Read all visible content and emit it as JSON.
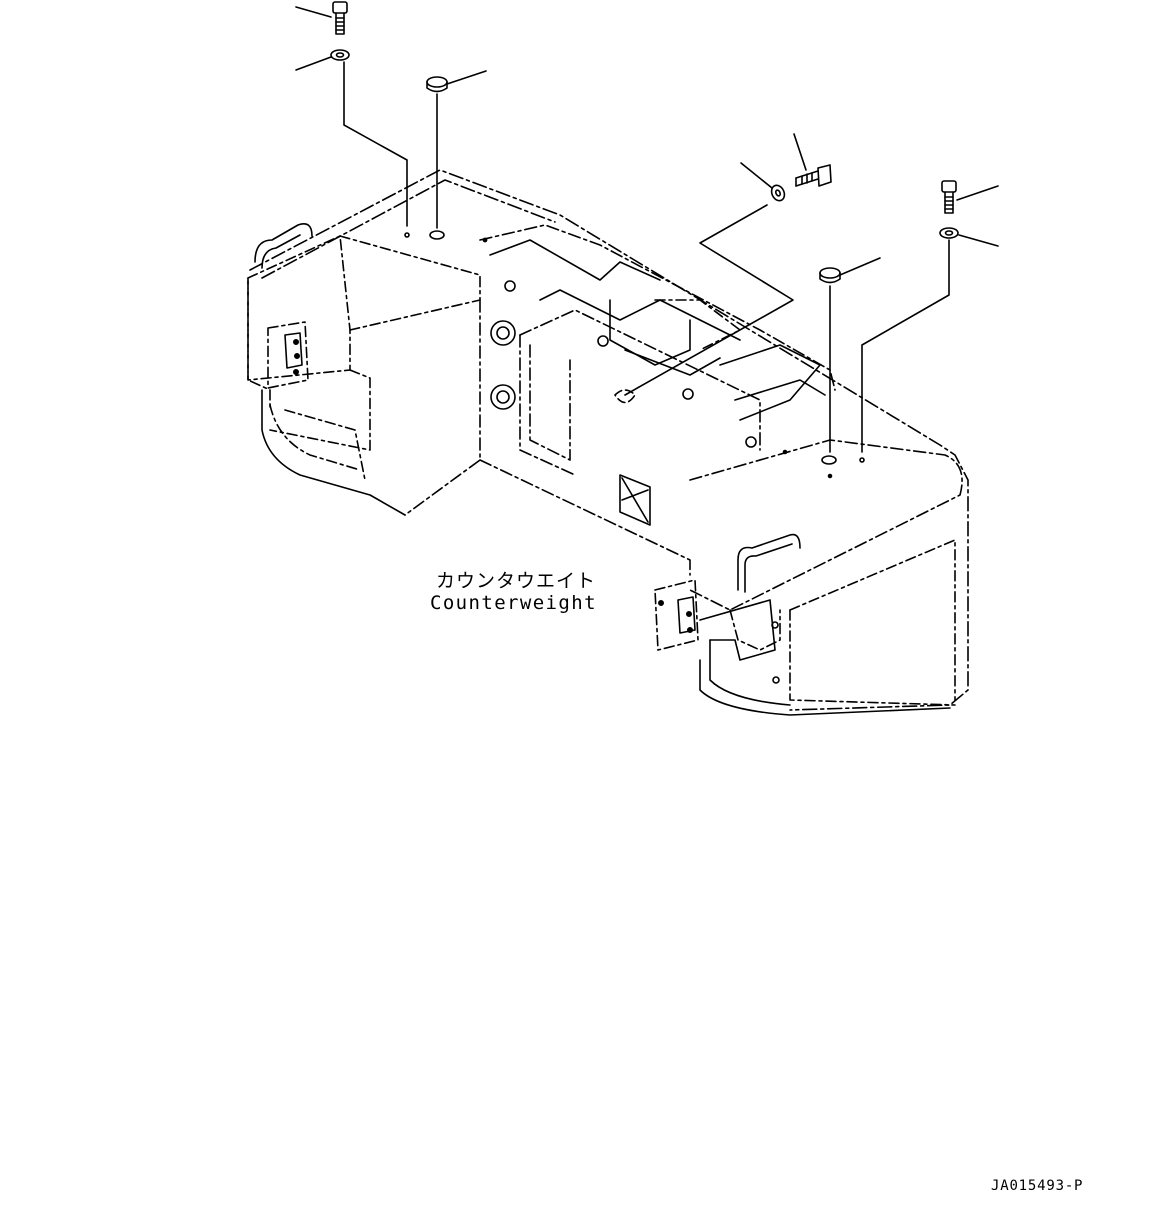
{
  "diagram": {
    "component_label_jp": "カウンタウエイト",
    "component_label_en": "Counterweight",
    "drawing_number": "JA015493-P"
  },
  "colors": {
    "line": "#000000",
    "background": "#ffffff"
  }
}
